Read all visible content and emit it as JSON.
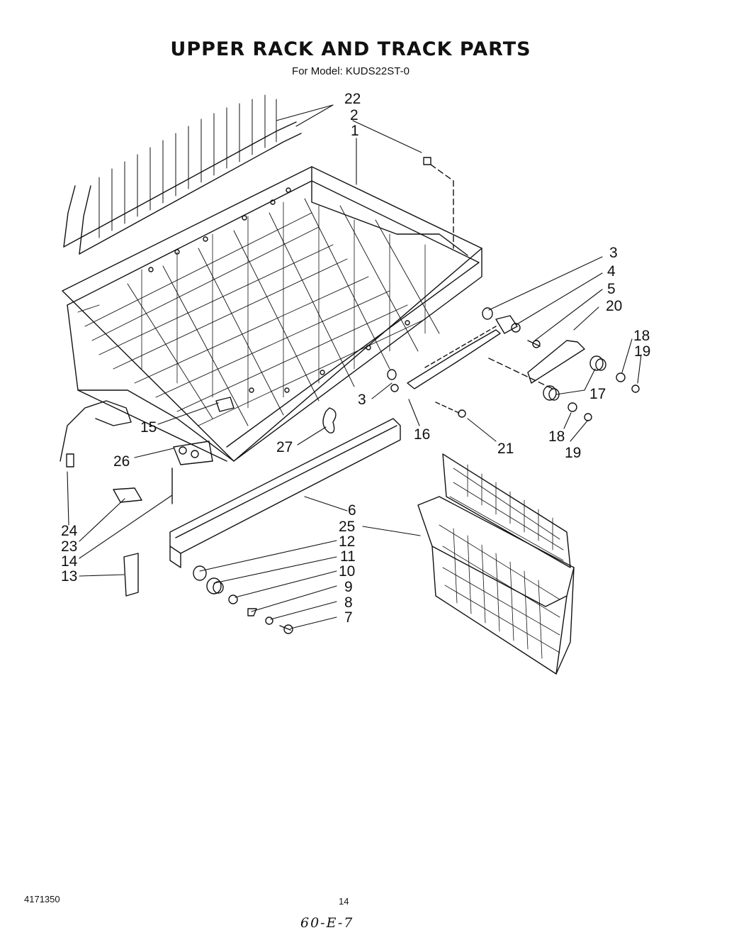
{
  "header": {
    "title": "UPPER RACK AND TRACK PARTS",
    "model_line": "For Model: KUDS22ST-0"
  },
  "callouts": [
    "22",
    "2",
    "1",
    "3",
    "4",
    "5",
    "20",
    "18",
    "19",
    "17",
    "15",
    "3",
    "16",
    "21",
    "18",
    "19",
    "27",
    "26",
    "6",
    "25",
    "24",
    "23",
    "14",
    "13",
    "12",
    "11",
    "10",
    "9",
    "8",
    "7"
  ],
  "footer": {
    "doc_number": "4171350",
    "page_number": "14",
    "handwritten_note": "60-E-7"
  }
}
